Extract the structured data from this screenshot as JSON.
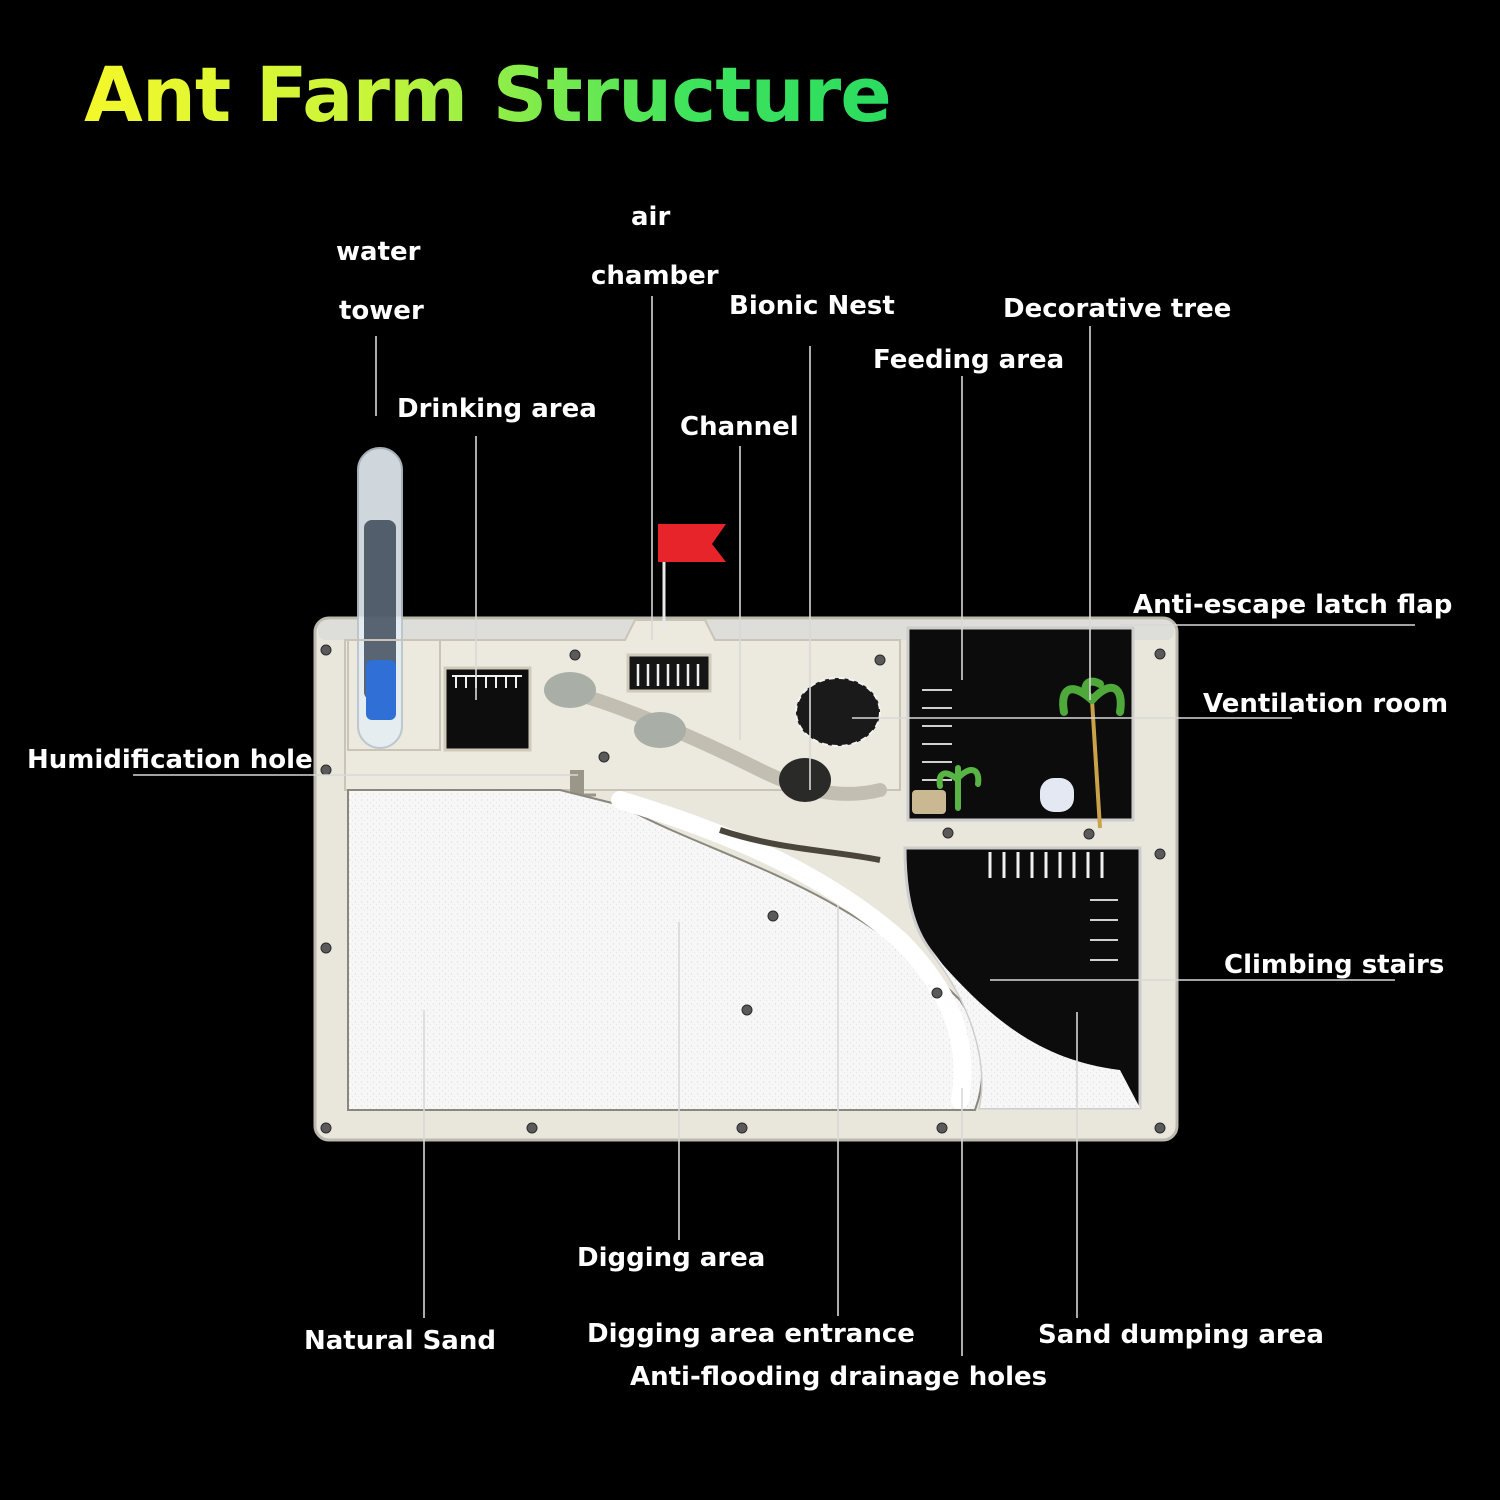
{
  "title": "Ant Farm Structure",
  "labels": {
    "water_1": "water",
    "water_2": "tower",
    "drinking_area": "Drinking area",
    "air_1": "air",
    "air_2": "chamber",
    "channel": "Channel",
    "bionic_nest": "Bionic Nest",
    "feeding_area": "Feeding area",
    "decorative_tree": "Decorative tree",
    "anti_escape": "Anti-escape latch flap",
    "ventilation_room": "Ventilation room",
    "humidification_hole": "Humidification hole",
    "climbing_stairs": "Climbing stairs",
    "digging_area": "Digging area",
    "natural_sand": "Natural Sand",
    "digging_entrance": "Digging area entrance",
    "anti_flooding": "Anti-flooding drainage holes",
    "sand_dumping": "Sand dumping area"
  },
  "colors": {
    "title_start": "#f4f82a",
    "title_end": "#2bdc60",
    "frame": "#ece8dc",
    "sand": "#f7f7f7",
    "flag": "#e8242b",
    "water": "#2f6fd6",
    "dark_chamber": "#111111",
    "plant": "#4fa83a"
  },
  "icons": {
    "red_flag": "flag-icon",
    "tree": "palm-tree-icon",
    "sprout": "plant-icon"
  }
}
